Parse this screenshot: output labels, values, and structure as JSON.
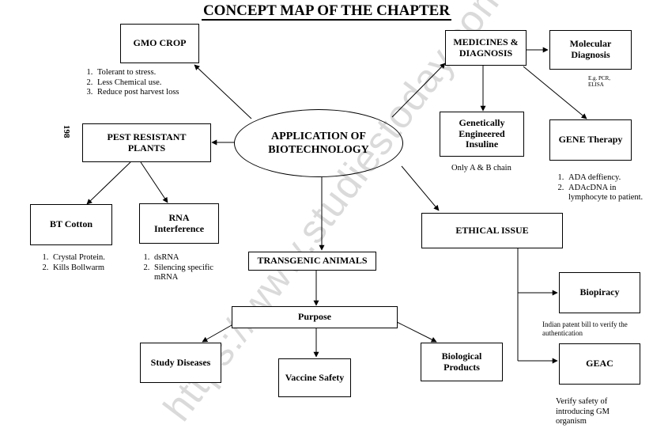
{
  "title": "CONCEPT MAP OF THE CHAPTER",
  "center": {
    "line1": "APPLICATION OF",
    "line2": "BIOTECHNOLOGY"
  },
  "gmo": {
    "label": "GMO CROP",
    "points": [
      "Tolerant to stress.",
      "Less Chemical use.",
      "Reduce post harvest loss"
    ]
  },
  "pest": {
    "line1": "PEST RESISTANT",
    "line2": "PLANTS"
  },
  "bt": {
    "label": "BT Cotton",
    "points": [
      "Crystal Protein.",
      "Kills Bollwarm"
    ]
  },
  "rna": {
    "line1": "RNA",
    "line2": "Interference",
    "points": [
      "dsRNA",
      "Silencing specific mRNA"
    ]
  },
  "medicines": {
    "line1": "MEDICINES &",
    "line2": "DIAGNOSIS"
  },
  "molecular": {
    "line1": "Molecular",
    "line2": "Diagnosis",
    "note_line1": "E.g. PCR,",
    "note_line2": "ELISA"
  },
  "insuline": {
    "line1": "Genetically",
    "line2": "Engineered",
    "line3": "Insuline",
    "note": "Only A & B chain"
  },
  "gene_therapy": {
    "label": "GENE Therapy",
    "points": [
      "ADA deffiency.",
      "ADAcDNA in lymphocyte to patient."
    ]
  },
  "ethical": {
    "label": "ETHICAL ISSUE"
  },
  "biopiracy": {
    "label": "Biopiracy",
    "note": "Indian patent bill to verify the authentication"
  },
  "geac": {
    "label": "GEAC",
    "note": "Verify safety of introducing GM organism"
  },
  "transgenic": {
    "label": "TRANSGENIC ANIMALS"
  },
  "purpose": {
    "label": "Purpose"
  },
  "study": {
    "label": "Study Diseases"
  },
  "vaccine": {
    "label": "Vaccine Safety"
  },
  "biological": {
    "line1": "Biological",
    "line2": "Products"
  },
  "page_number": "198",
  "watermark": "https://www.studiestoday.com"
}
